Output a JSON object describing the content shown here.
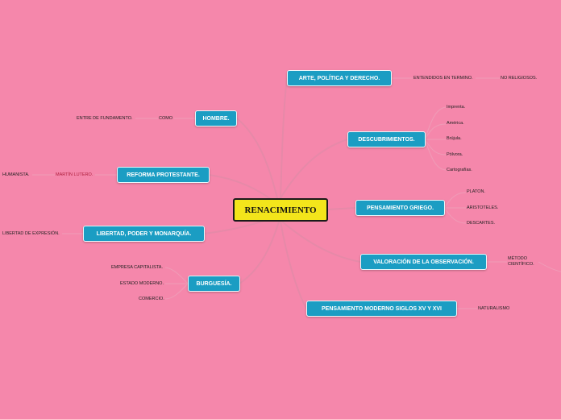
{
  "center": {
    "label": "RENACIMIENTO"
  },
  "branches": [
    {
      "label": "ARTE, POLÍTICA Y DERECHO.",
      "children": [
        "ENTENDIDOS EN TERMINO.",
        "NO RELIGIOSOS."
      ]
    },
    {
      "label": "DESCUBRIMIENTOS.",
      "children": [
        "Imprenta.",
        "América.",
        "Brújula.",
        "Pólvora.",
        "Cartografías."
      ]
    },
    {
      "label": "PENSAMIENTO GRIEGO.",
      "children": [
        "PLATON.",
        "ARISTOTELES.",
        "DESCARTES."
      ]
    },
    {
      "label": "VALORACIÓN DE LA OBSERVACIÓN.",
      "children": [
        "MÉTODO CIENTÍFICO."
      ]
    },
    {
      "label": "PENSAMIENTO MODERNO SIGLOS XV Y XVI",
      "children": [
        "NATURALISMO"
      ]
    },
    {
      "label": "HOMBRE.",
      "children": [
        "COMO",
        "ENTRE DE FUNDAMENTO."
      ]
    },
    {
      "label": "REFORMA PROTESTANTE.",
      "children": [
        "MARTÍN LUTERO.",
        "HUMANISTA."
      ]
    },
    {
      "label": "LIBERTAD, PODER Y MONARQUÍA.",
      "children": [
        "LIBERTAD DE EXPRESIÓN."
      ]
    },
    {
      "label": "BURGUESÍA.",
      "children": [
        "EMPRESA CAPITALISTA.",
        "ESTADO MODERNO.",
        "COMERCIO."
      ]
    }
  ],
  "colors": {
    "background": "#f587ab",
    "center_fill": "#f3e51b",
    "node_fill": "#1b9dc3",
    "link": "#e58aa8"
  }
}
